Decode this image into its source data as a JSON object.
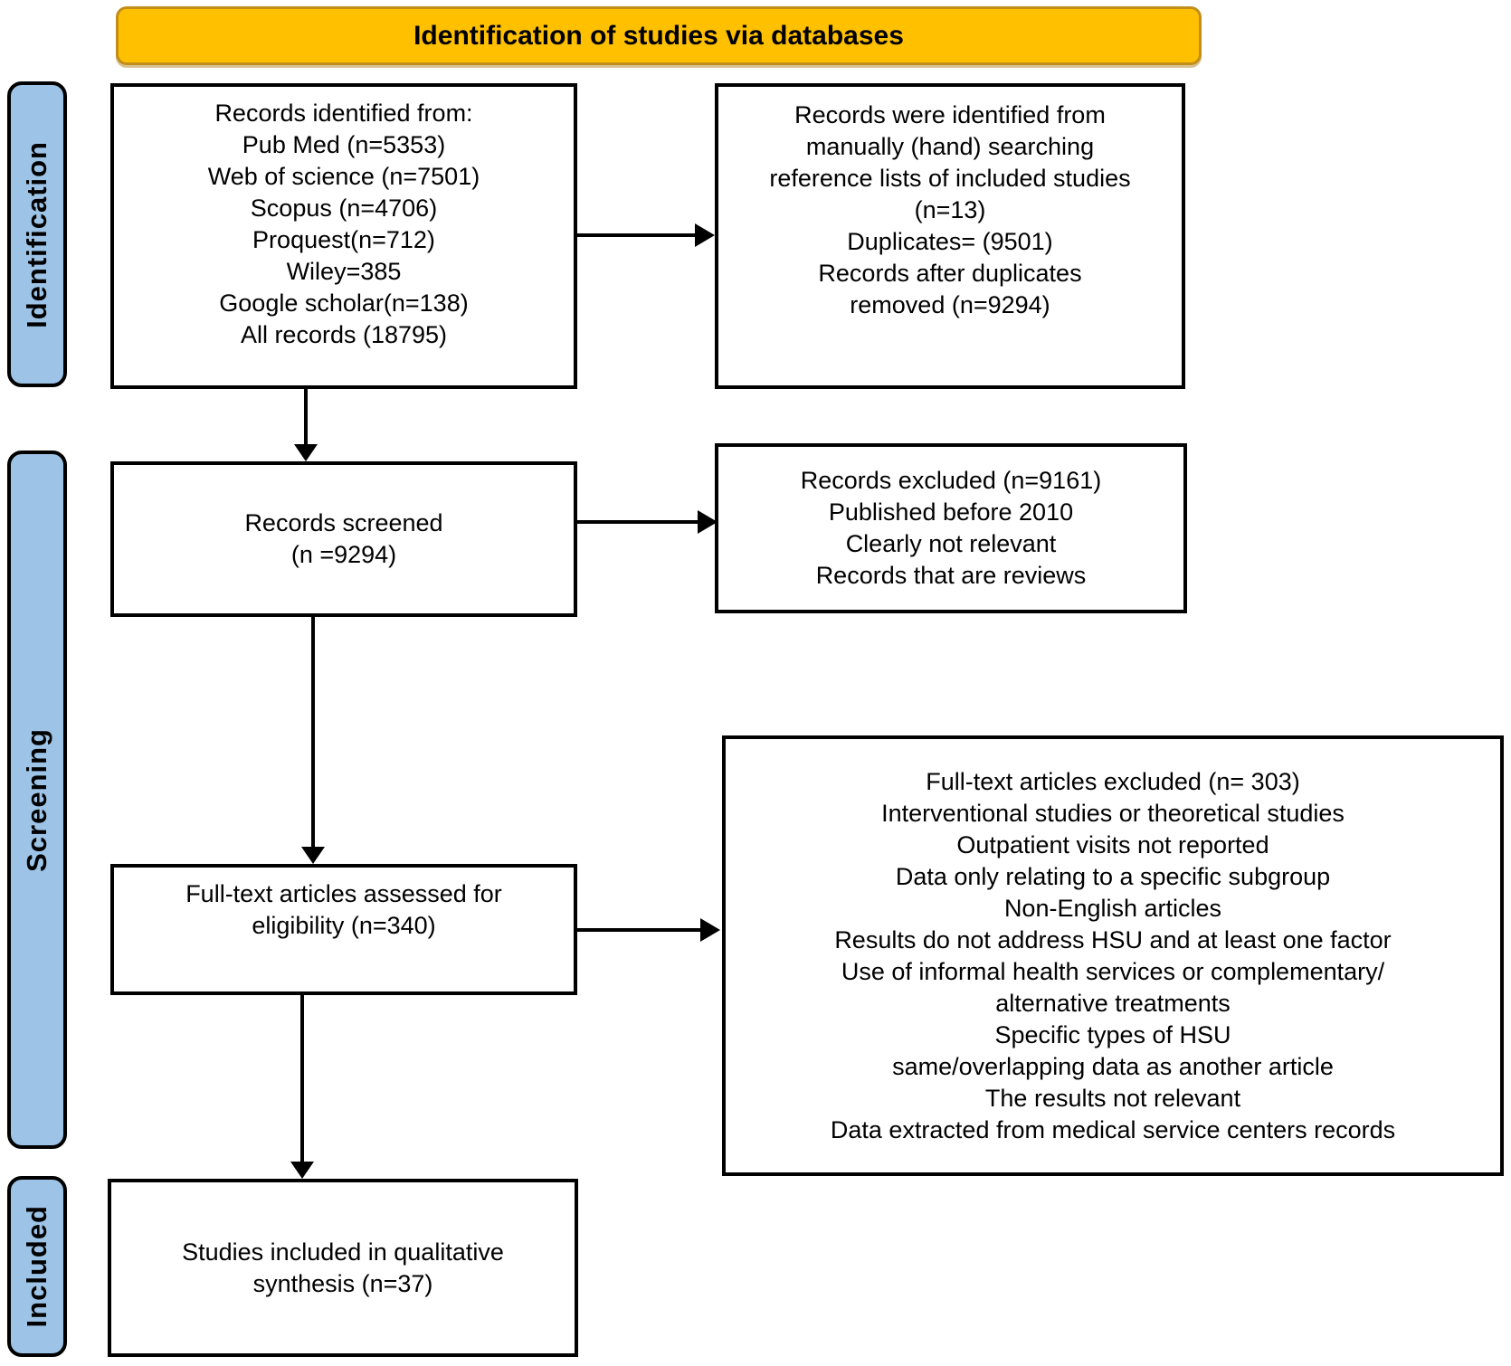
{
  "banner": {
    "title": "Identification of studies via databases"
  },
  "stages": {
    "identification": "Identification",
    "screening": "Screening",
    "included": "Included"
  },
  "boxes": {
    "records_identified": {
      "lines": [
        "Records identified from:",
        "Pub Med (n=5353)",
        "Web of science (n=7501)",
        "Scopus (n=4706)",
        "Proquest(n=712)",
        "Wiley=385",
        "Google scholar(n=138)",
        "All records (18795)"
      ]
    },
    "manual_search": {
      "lines": [
        "Records were identified from",
        "manually (hand) searching",
        "reference lists of included studies",
        "(n=13)",
        "Duplicates= (9501)",
        "Records after duplicates",
        "removed (n=9294)"
      ]
    },
    "records_screened": {
      "lines": [
        "Records screened",
        "(n =9294)"
      ]
    },
    "records_excluded": {
      "lines": [
        "Records excluded (n=9161)",
        "Published before 2010",
        "Clearly not relevant",
        "Records that are reviews"
      ]
    },
    "fulltext_assessed": {
      "lines": [
        "Full-text articles assessed for",
        "eligibility (n=340)"
      ]
    },
    "fulltext_excluded": {
      "lines": [
        "Full-text articles excluded (n= 303)",
        "Interventional studies or theoretical studies",
        "Outpatient visits not reported",
        "Data only relating to a specific subgroup",
        "Non-English articles",
        "Results do not address HSU and at least one factor",
        "Use of informal health services or complementary/",
        "alternative treatments",
        "Specific types of HSU",
        "same/overlapping data as another article",
        "The results not relevant",
        "Data extracted from medical service centers records"
      ]
    },
    "studies_included": {
      "lines": [
        "Studies included in qualitative",
        "synthesis (n=37)"
      ]
    }
  },
  "colors": {
    "banner_fill": "#FFC000",
    "banner_border": "#C18E1B",
    "stage_fill": "#9DC3E6",
    "box_border": "#000000",
    "arrow_color": "#000000"
  }
}
